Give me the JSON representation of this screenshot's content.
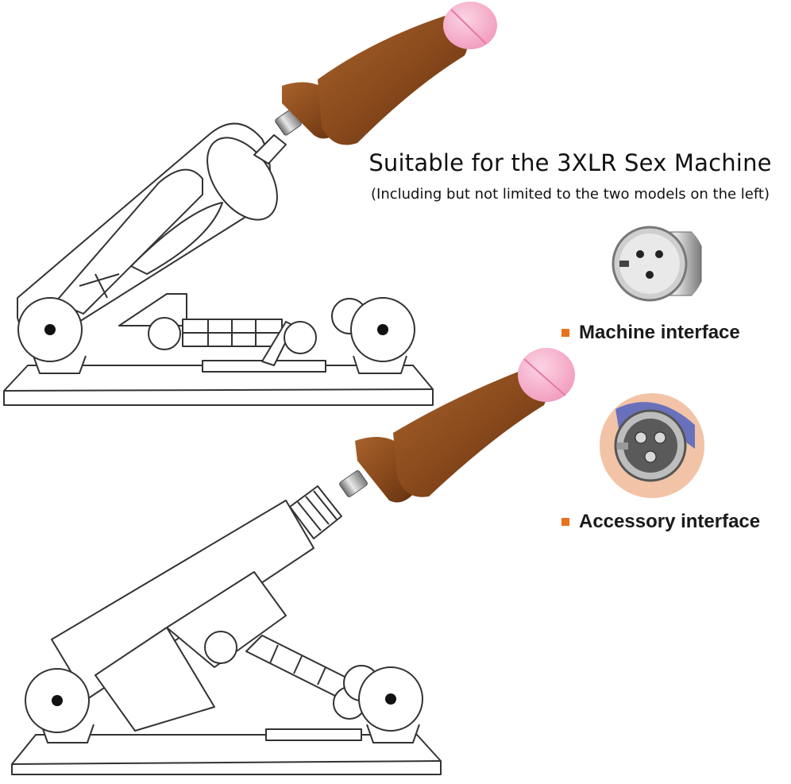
{
  "header": {
    "title": "Suitable for the 3XLR Sex Machine",
    "subtitle": "(Including but not limited to the two models on the left)"
  },
  "interfaces": [
    {
      "label": "Machine interface",
      "icon": "xlr-female-connector-icon"
    },
    {
      "label": "Accessory interface",
      "icon": "xlr-male-connector-icon"
    }
  ],
  "colors": {
    "bullet": "#e8711c",
    "attachment_brown": "#8a4a1c",
    "tip_pink": "#f4a7c5",
    "outline": "#333333"
  }
}
